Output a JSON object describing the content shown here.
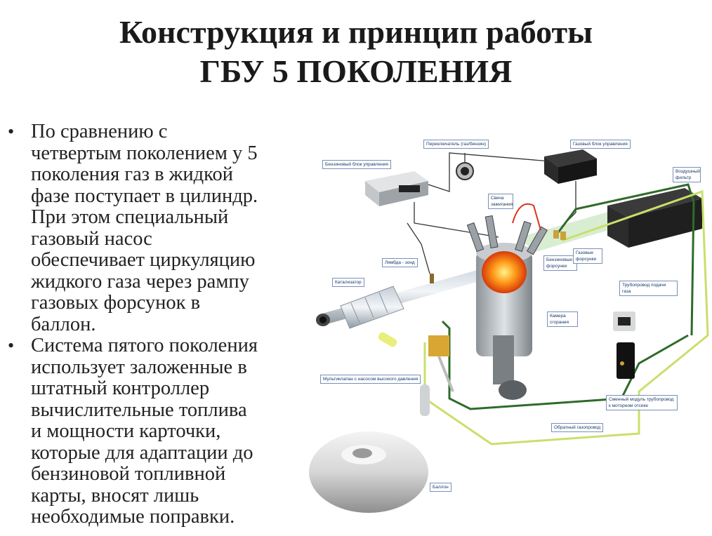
{
  "title": {
    "line1": "Конструкция и принцип работы",
    "line2": "ГБУ 5 ПОКОЛЕНИЯ"
  },
  "bullets": [
    {
      "lines": [
        "По сравнению с",
        "четвертым поколением у 5",
        "поколения газ в жидкой",
        "фазе поступает в цилиндр.",
        "При этом специальный",
        "газовый насос",
        "обеспечивает циркуляцию",
        "жидкого газа через рампу",
        "газовых форсунок в",
        "баллон."
      ]
    },
    {
      "lines": [
        "Система пятого поколения",
        "использует заложенные в",
        "штатный контроллер",
        "вычислительные топлива",
        "и мощности карточки,",
        "которые для адаптации до",
        "бензиновой топливной",
        "карты, вносят лишь",
        "необходимые поправки."
      ]
    }
  ],
  "diagram_labels": {
    "switch": "Переключатель (газ/бензин)",
    "gas_ecu": "Газовый блок управления",
    "petrol_ecu": "Бензиновый блок управления",
    "air_filter": "Воздушный фильтр",
    "spark_plug": "Свеча зажигания",
    "lambda": "Лямбда - зонд",
    "petrol_injectors": "Бензиновые форсунки",
    "gas_injectors": "Газовые форсунки",
    "catalyst": "Катализатор",
    "feed_line": "Трубопровод подачи газа",
    "combustion_chamber": "Камера сгорания",
    "multivalve": "Мультиклапан с насосом высокого давления",
    "module": "Сменный модуль трубопровод к моторном отсеке",
    "return_line": "Обратный газопровод",
    "tank": "Баллон"
  },
  "colors": {
    "gas_line_dark": "#2e6b2a",
    "gas_line_light": "#c8e06a",
    "label_border": "#7a8fb8",
    "label_text": "#1a3a6a"
  }
}
